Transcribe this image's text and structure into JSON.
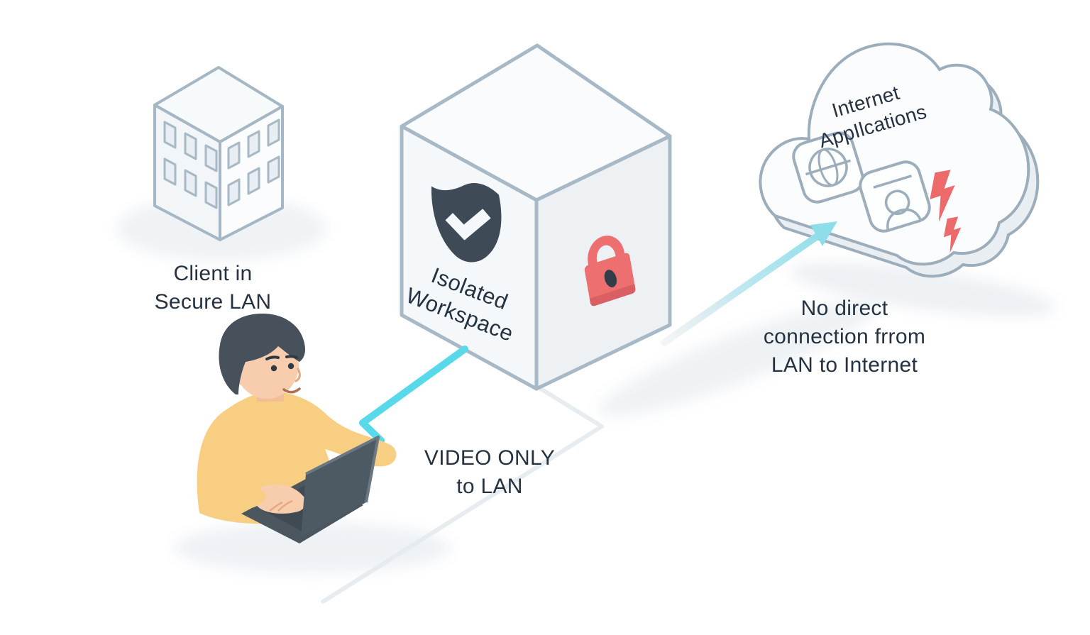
{
  "scene": {
    "title": "Isolated workspace security diagram",
    "background": "#ffffff",
    "nodes": {
      "client_building": {
        "icon": "office-building-isometric",
        "label": [
          "Client in",
          "Secure LAN"
        ]
      },
      "isolated_workspace": {
        "icon": "isometric-cube",
        "label": [
          "Isolated",
          "Workspace"
        ],
        "badges": [
          "shield-check-icon",
          "padlock-icon"
        ]
      },
      "internet_cloud": {
        "icon": "cloud-isometric",
        "label": [
          "Internet",
          "AppIlcations"
        ],
        "tiles": [
          "globe-icon",
          "contact-card-icon"
        ],
        "alerts": [
          "lightning-bolt-icon",
          "lightning-bolt-icon"
        ]
      },
      "user": {
        "icon": "person-at-laptop"
      }
    },
    "connections": {
      "video_only": {
        "label": [
          "VIDEO ONLY",
          "to LAN"
        ],
        "type": "solid-line",
        "color": "#57d9ea"
      },
      "no_direct": {
        "label": [
          "No direct",
          "connection frrom",
          "LAN to Internet"
        ],
        "type": "gradient-arrow",
        "color": "#8edeea"
      }
    },
    "colors": {
      "outline_blue_gray": "#a4b5c3",
      "text_dark": "#243241",
      "cyan_accent": "#57d9ea",
      "alert_red": "#ec6a6a",
      "lock_red": "#ee6f6f",
      "shield_dark": "#3e4a55",
      "sweater_yellow": "#f8cf82",
      "skin_tone": "#f8cdad",
      "hair_dark": "#47515b",
      "laptop_gray": "#4e5a63",
      "cube_left_face": "#f5f8fa",
      "cube_right_face": "#edf1f4",
      "cube_top_face": "#fafbfc"
    }
  }
}
